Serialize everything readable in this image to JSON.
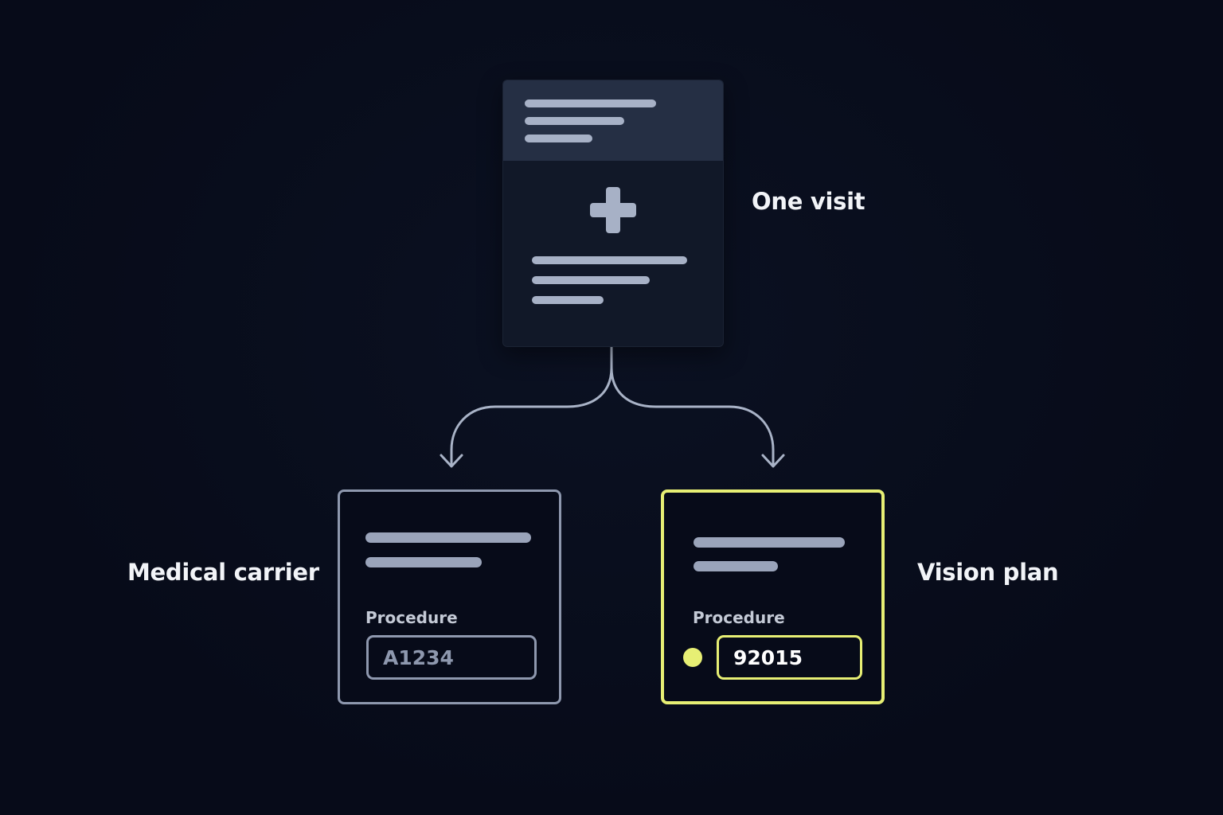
{
  "visit": {
    "label": "One visit",
    "icon": "medical-cross-icon"
  },
  "medical": {
    "label": "Medical carrier",
    "field_label": "Procedure",
    "field_value": "A1234",
    "color": "#8e98ae"
  },
  "vision": {
    "label": "Vision plan",
    "field_label": "Procedure",
    "field_value": "92015",
    "color": "#e7ef74"
  },
  "colors": {
    "background": "#070b19",
    "text": "#f2f4f8",
    "connector": "#a9b3c7"
  }
}
